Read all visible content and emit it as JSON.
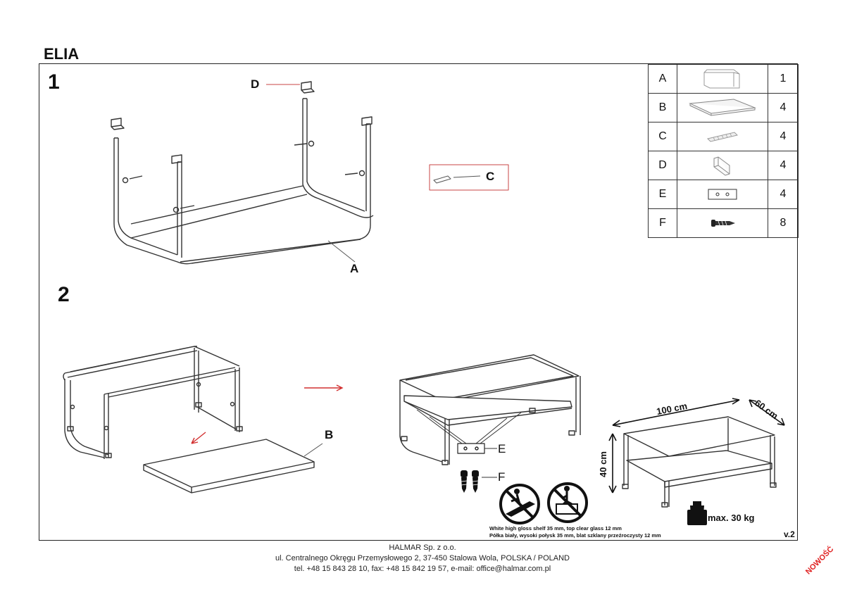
{
  "title": "ELIA",
  "steps": [
    "1",
    "2"
  ],
  "callouts": {
    "A": "A",
    "B": "B",
    "C": "C",
    "D": "D",
    "E": "E",
    "F": "F"
  },
  "parts_list": [
    {
      "letter": "A",
      "icon": "glass-frame-icon",
      "qty": "1"
    },
    {
      "letter": "B",
      "icon": "shelf-board-icon",
      "qty": "4"
    },
    {
      "letter": "C",
      "icon": "dowel-icon",
      "qty": "4"
    },
    {
      "letter": "D",
      "icon": "bracket-icon",
      "qty": "4"
    },
    {
      "letter": "E",
      "icon": "plate-icon",
      "qty": "4"
    },
    {
      "letter": "F",
      "icon": "screw-icon",
      "qty": "8"
    }
  ],
  "dimensions": {
    "width": "100 cm",
    "depth": "60 cm",
    "height": "40 cm"
  },
  "max_load": "max. 30 kg",
  "notes": [
    "White high gloss shelf 35 mm, top clear glass 12 mm",
    "Półka biały, wysoki połysk 35 mm, blat szklany przeźroczysty 12 mm"
  ],
  "version": "v.2",
  "footer": {
    "company": "HALMAR Sp. z o.o.",
    "address": "ul. Centralnego Okręgu Przemysłowego 2, 37-450 Stalowa Wola, POLSKA / POLAND",
    "contact": "tel. +48 15 843 28 10, fax: +48 15 842 19 57, e-mail: office@halmar.com.pl"
  },
  "stamp": "NOWOŚĆ",
  "colors": {
    "arrow": "#d23030",
    "callout_box": "#c84646",
    "stamp": "#e02020"
  }
}
